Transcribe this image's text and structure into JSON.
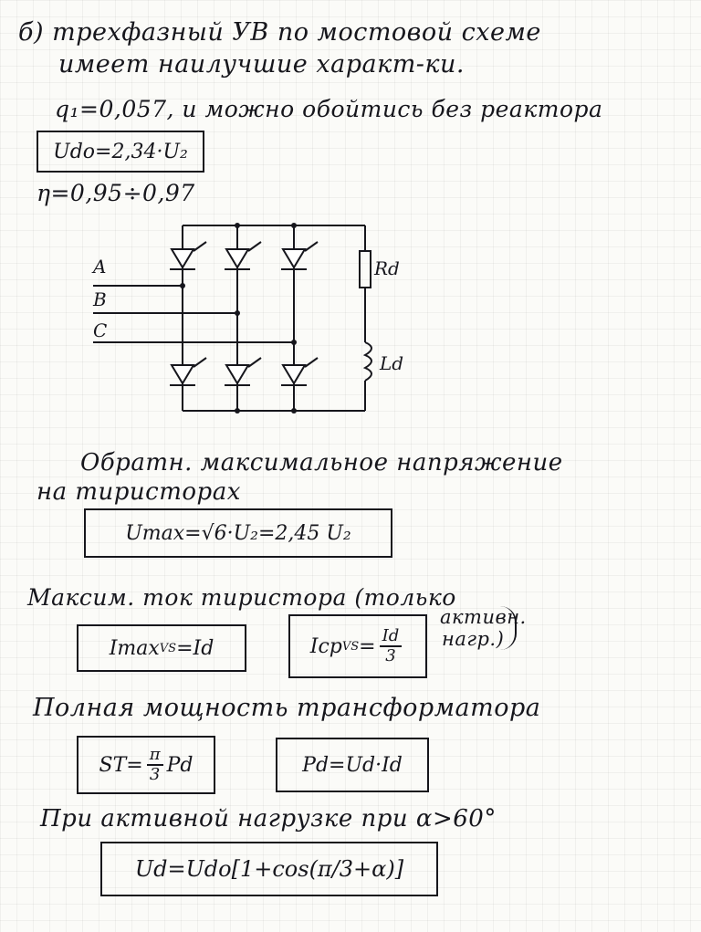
{
  "page": {
    "line1": "б) трехфазный УВ по мостовой схеме",
    "line2": "имеет наилучшие характ-ки.",
    "line3": "q₁=0,057, и можно обойтись без реактора",
    "formula_udo": "Udo=2,34·U₂",
    "eta_line": "η=0,95÷0,97",
    "circuit": {
      "phase_a": "A",
      "phase_b": "B",
      "phase_c": "C",
      "resistor_label": "Rd",
      "inductor_label": "Ld"
    },
    "reverse_voltage_line1": "Обратн. максимальное напряжение",
    "reverse_voltage_line2": "на тиристорах",
    "formula_umax": "Umax=√6·U₂=2,45 U₂",
    "max_current_line": "Максим. ток тиристора (только",
    "max_current_note1": "активн.",
    "max_current_note2": "нагр.)",
    "formula_imax_left": "Imax",
    "formula_imax_sub": "VS",
    "formula_imax_right": "=Id",
    "formula_icp_left": "Icp",
    "formula_icp_sub": "VS",
    "formula_icp_eq": "=",
    "formula_icp_num": "Id",
    "formula_icp_den": "3",
    "transformer_line": "Полная мощность трансформатора",
    "formula_st_left": "ST=",
    "formula_st_num": "π",
    "formula_st_den": "3",
    "formula_st_right": "Pd",
    "formula_pd": "Pd=Ud·Id",
    "active_load_line": "При активной нагрузке при α>60°",
    "formula_ud": "Ud=Udo[1+cos(π/3+α)]"
  }
}
